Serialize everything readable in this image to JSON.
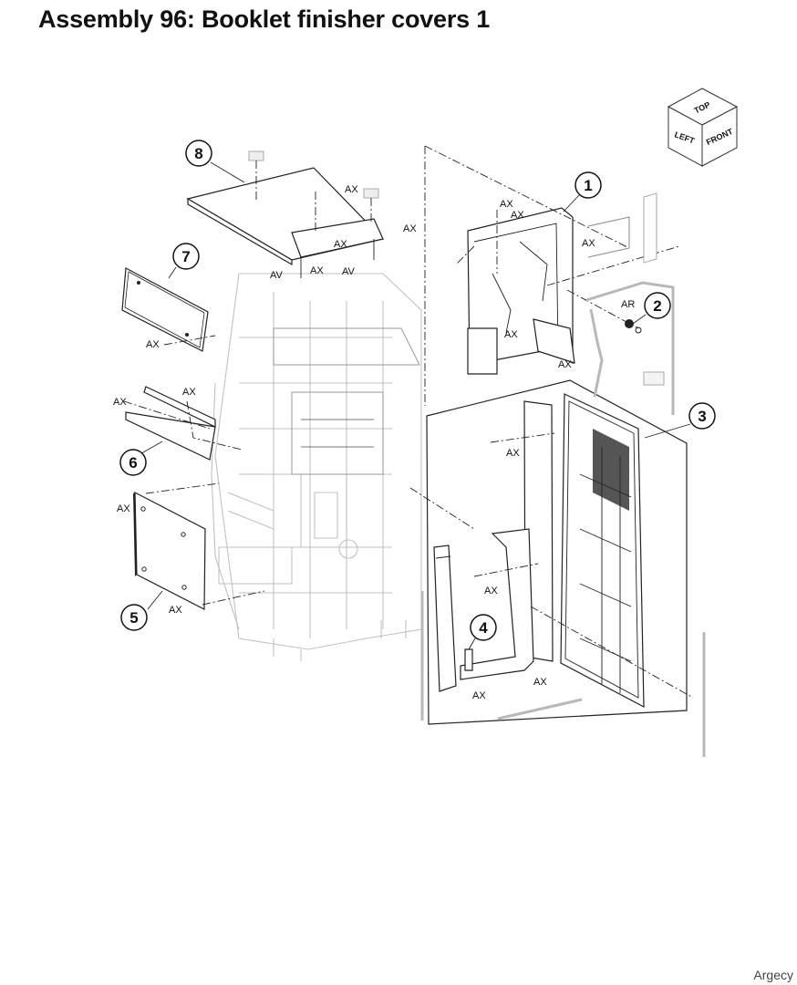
{
  "title": "Assembly 96: Booklet finisher covers 1",
  "footer": "Argecy",
  "orientation_cube": {
    "top": "TOP",
    "left": "LEFT",
    "front": "FRONT"
  },
  "callouts": [
    "1",
    "2",
    "3",
    "4",
    "5",
    "6",
    "7",
    "8"
  ],
  "labels": {
    "ax": "AX",
    "av": "AV",
    "ar": "AR"
  }
}
